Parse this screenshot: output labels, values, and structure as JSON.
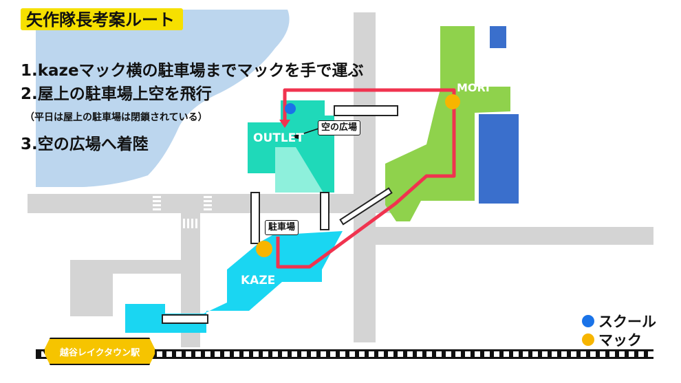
{
  "title": "矢作隊長考案ルート",
  "steps": {
    "step1": "1.kazeマック横の駐車場までマックを手で運ぶ",
    "step2": "2.屋上の駐車場上空を飛行",
    "note": "（平日は屋上の駐車場は閉鎖されている）",
    "step3": "3.空の広場へ着陸"
  },
  "buildings": {
    "outlet": "OUTLET",
    "kaze": "KAZE",
    "mori": "MORI"
  },
  "pois": {
    "sky_plaza": "空の広場",
    "parking": "駐車場"
  },
  "legend": {
    "school": {
      "label": "スクール",
      "color": "#1a73e8"
    },
    "mac": {
      "label": "マック",
      "color": "#f7b500"
    }
  },
  "station": "越谷レイクタウン駅",
  "colors": {
    "water": "#bcd6ee",
    "road": "#d4d4d4",
    "outlet": "#1fd9b9",
    "kaze": "#1ad6f2",
    "mori_green": "#8fd24c",
    "mori_blue": "#3a6fcc",
    "route": "#f0334f",
    "title_bg": "#f6e000"
  },
  "icons": {
    "school_marker": "blue-dot",
    "mac_marker": "yellow-dot",
    "route_arrow": "arrow-down"
  }
}
